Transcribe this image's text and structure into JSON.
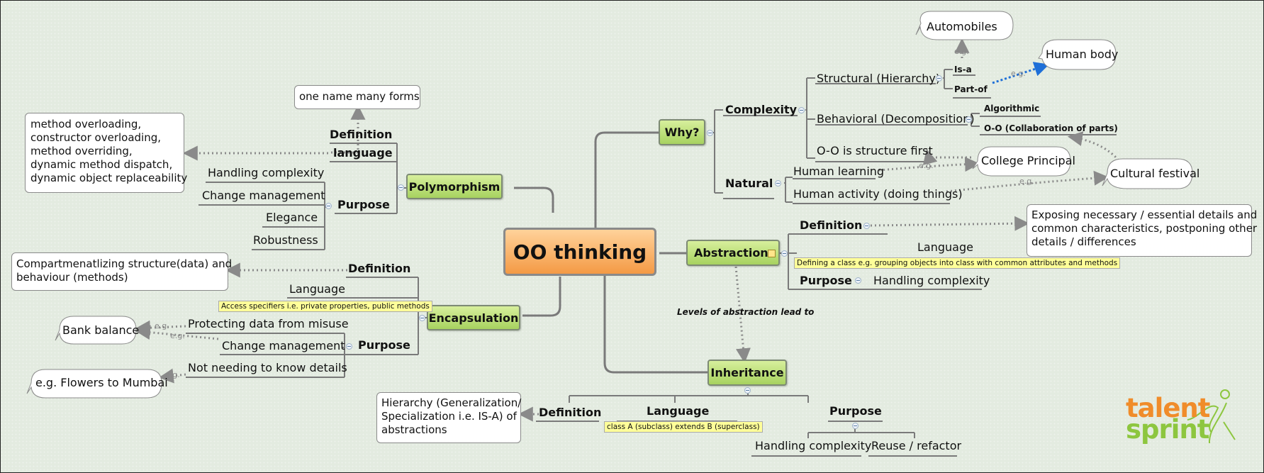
{
  "central": "OO thinking",
  "why": {
    "label": "Why?",
    "complexity": {
      "label": "Complexity",
      "structural": "Structural (Hierarchy)",
      "is_a": "Is-a",
      "automobiles": "Automobiles",
      "part_of": "Part-of",
      "human_body": "Human body",
      "behavioral": "Behavioral (Decomposition)",
      "algorithmic": "Algorithmic",
      "oo_collab": "O-O (Collaboration of parts)",
      "structure_first": "O-O is structure first",
      "college_principal": "College Principal",
      "cultural_festival": "Cultural festival"
    },
    "natural": {
      "label": "Natural",
      "human_learning": "Human learning",
      "human_activity": "Human activity (doing things)"
    }
  },
  "eg_label": "e.g.",
  "abstraction": {
    "label": "Abstraction",
    "definition": "Definition",
    "definition_text": [
      "Exposing necessary / essential details and",
      "common characteristics, postponing other",
      "details / differences"
    ],
    "language": "Language",
    "language_note": "Defining a class e.g. grouping objects into class with common attributes and methods",
    "purpose": "Purpose",
    "purpose_item": "Handling complexity",
    "relation_label": "Levels of abstraction lead to"
  },
  "polymorphism": {
    "label": "Polymorphism",
    "definition": "Definition",
    "definition_text": "one name many forms",
    "language": "language",
    "language_text": [
      "method overloading,",
      "constructor overloading,",
      "method overriding,",
      "dynamic method dispatch,",
      "dynamic object replaceability"
    ],
    "purpose": "Purpose",
    "purpose_items": [
      "Handling complexity",
      "Change management",
      "Elegance",
      "Robustness"
    ]
  },
  "encapsulation": {
    "label": "Encapsulation",
    "definition": "Definition",
    "definition_text": [
      "Compartmenatlizing structure(data) and",
      "behaviour (methods)"
    ],
    "language": "Language",
    "language_note": "Access specifiers i.e. private properties, public methods",
    "purpose": "Purpose",
    "purpose_items": [
      "Protecting data from misuse",
      "Change management",
      "Not needing to know details"
    ],
    "bank_balance": "Bank balance",
    "flowers": "e.g. Flowers to Mumbai"
  },
  "inheritance": {
    "label": "Inheritance",
    "definition": "Definition",
    "definition_text": [
      "Hierarchy (Generalization/",
      "Specialization i.e. IS-A) of",
      "abstractions"
    ],
    "language": "Language",
    "language_note": "class A (subclass) extends B (superclass)",
    "purpose": "Purpose",
    "purpose_items": [
      "Handling complexity",
      "Reuse / refactor"
    ]
  },
  "logo": {
    "line1": "talent",
    "line2": "sprint"
  },
  "colors": {
    "branch_line": "#7a7a7a",
    "relationship": "#8a8a8a",
    "part_of_arrow": "#1e6fd8",
    "logo_orange": "#f08c2a",
    "logo_green": "#8dc63f"
  }
}
